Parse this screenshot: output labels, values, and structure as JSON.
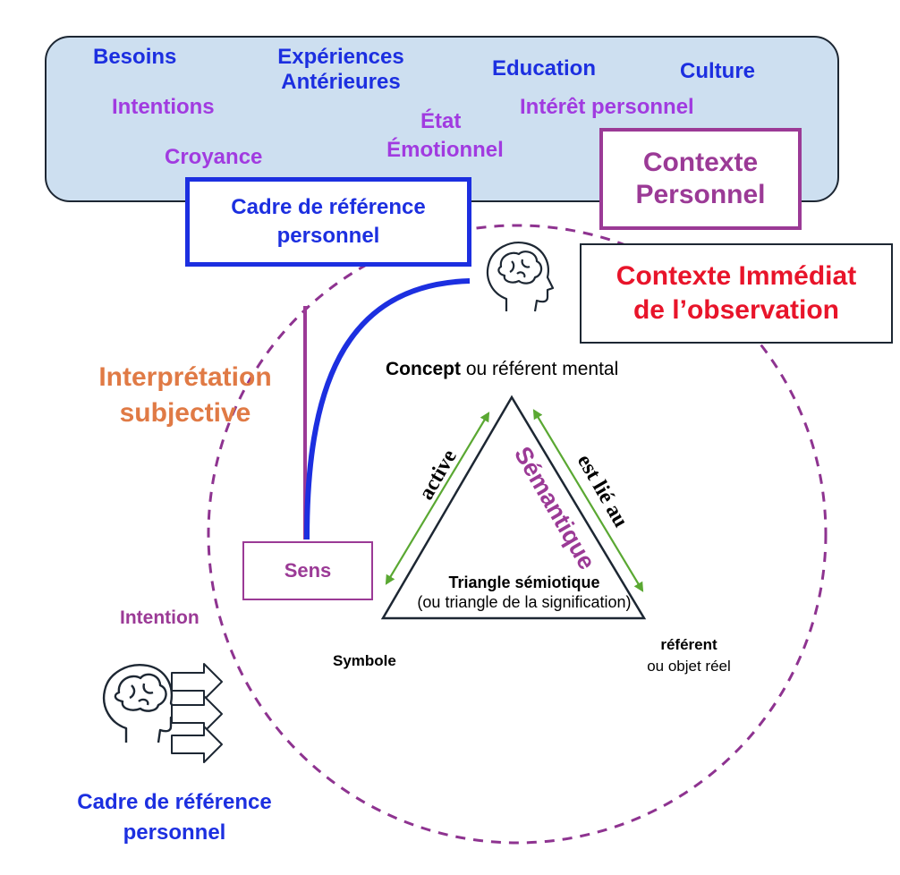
{
  "top_band": {
    "besoins": "Besoins",
    "experiences_line1": "Expériences",
    "experiences_line2": "Antérieures",
    "education": "Education",
    "culture": "Culture",
    "intentions": "Intentions",
    "etat_line1": "État",
    "etat_line2": "Émotionnel",
    "interet": "Intérêt personnel",
    "croyance": "Croyance"
  },
  "boxes": {
    "contexte_personnel_line1": "Contexte",
    "contexte_personnel_line2": "Personnel",
    "cadre_line1": "Cadre de référence",
    "cadre_line2": "personnel",
    "contexte_immediat_line1": "Contexte Immédiat",
    "contexte_immediat_line2": "de l’observation",
    "sens": "Sens"
  },
  "labels": {
    "interpretation_line1": "Interprétation",
    "interpretation_line2": "subjective",
    "concept_bold": "Concept",
    "concept_rest": " ou référent mental",
    "active": "active",
    "semantique": "Sémantique",
    "est_lie_au": "est lié au",
    "triangle_title": "Triangle sémiotique",
    "triangle_subtitle": "(ou triangle de la signification)",
    "intention": "Intention",
    "symbole": "Symbole",
    "referent_bold": "référent",
    "referent_rest": "ou objet  réel",
    "bottom_cadre_line1": "Cadre de référence",
    "bottom_cadre_line2": "personnel"
  },
  "colors": {
    "blue": "#1c2fe0",
    "violet": "#a13be0",
    "plum": "#9b3a96",
    "orange": "#e07a45",
    "red": "#e8142a",
    "green": "#5aa832",
    "band": "#cddff0"
  },
  "icons": [
    "head-brain-icon",
    "arrow-right-icon"
  ]
}
